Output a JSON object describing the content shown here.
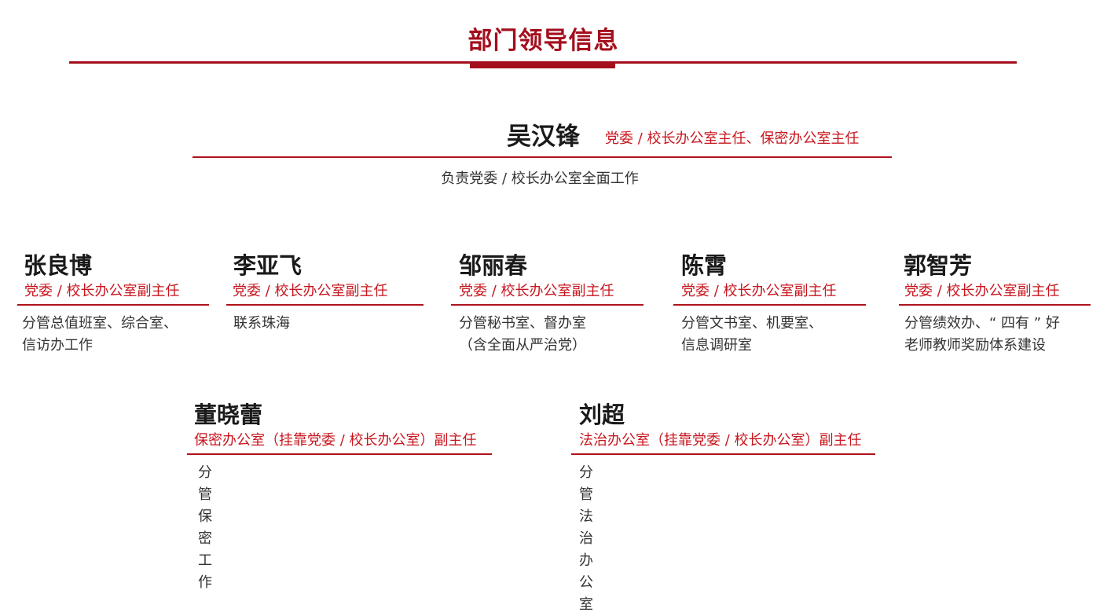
{
  "page": {
    "title": "部门领导信息"
  },
  "head": {
    "name": "吴汉锋",
    "role": "党委 / 校长办公室主任、保密办公室主任",
    "duty": "负责党委 / 校长办公室全面工作"
  },
  "deputies": [
    {
      "name": "张良博",
      "role": "党委 / 校长办公室副主任",
      "duty": [
        "分管总值班室、综合室、",
        "信访办工作"
      ]
    },
    {
      "name": "李亚飞",
      "role": "党委 / 校长办公室副主任",
      "duty": [
        "联系珠海"
      ]
    },
    {
      "name": "邹丽春",
      "role": "党委 / 校长办公室副主任",
      "duty": [
        "分管秘书室、督办室",
        "（含全面从严治党）"
      ]
    },
    {
      "name": "陈霄",
      "role": "党委 / 校长办公室副主任",
      "duty": [
        "分管文书室、机要室、",
        "信息调研室"
      ]
    },
    {
      "name": "郭智芳",
      "role": "党委 / 校长办公室副主任",
      "duty": [
        "分管绩效办、“ 四有 ” 好",
        "老师教师奖励体系建设"
      ]
    }
  ],
  "others": [
    {
      "name": "董晓蕾",
      "role": "保密办公室（挂靠党委 / 校长办公室）副主任",
      "duty": "分管保密工作"
    },
    {
      "name": "刘超",
      "role": "法治办公室（挂靠党委 / 校长办公室）副主任",
      "duty": "分管法治办公室"
    }
  ],
  "colors": {
    "accent": "#a30f1d",
    "role_text": "#c8161e"
  }
}
